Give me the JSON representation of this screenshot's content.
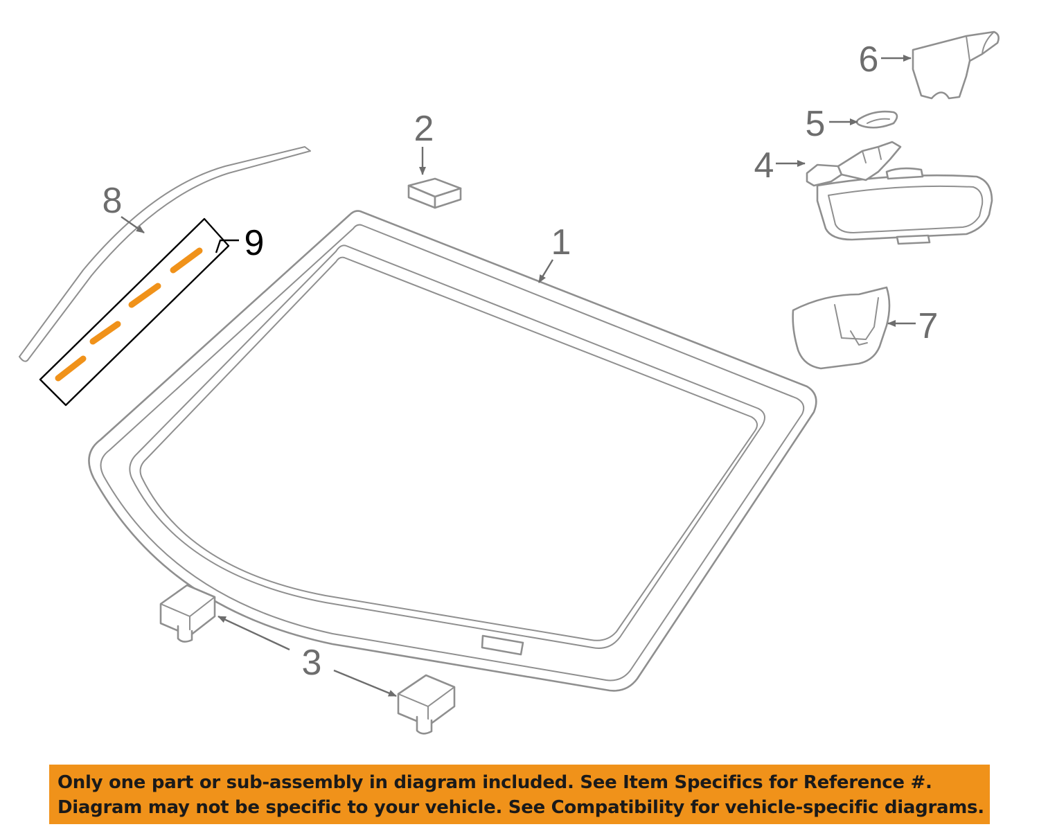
{
  "diagram": {
    "callouts": [
      {
        "id": "1",
        "label": "1"
      },
      {
        "id": "2",
        "label": "2"
      },
      {
        "id": "3",
        "label": "3"
      },
      {
        "id": "4",
        "label": "4"
      },
      {
        "id": "5",
        "label": "5"
      },
      {
        "id": "6",
        "label": "6"
      },
      {
        "id": "7",
        "label": "7"
      },
      {
        "id": "8",
        "label": "8"
      },
      {
        "id": "9",
        "label": "9"
      }
    ],
    "highlight_color": "#f0921a"
  },
  "notice": {
    "background_color": "#f0921a",
    "line1": "Only one part or sub-assembly in diagram included. See Item Specifics for Reference #.",
    "line2": "Diagram may not be specific to your vehicle. See Compatibility for vehicle-specific diagrams."
  }
}
